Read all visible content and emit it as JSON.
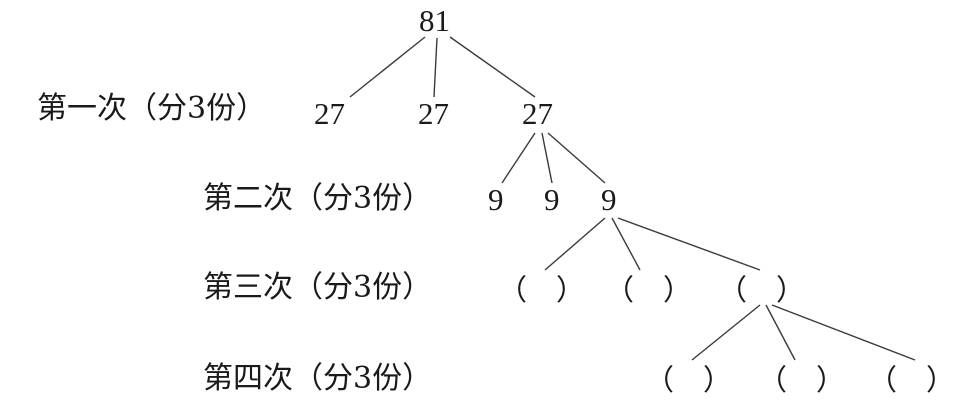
{
  "root": "81",
  "levels": [
    {
      "label": "第一次（分3份）",
      "values": [
        "27",
        "27",
        "27"
      ]
    },
    {
      "label": "第二次（分3份）",
      "values": [
        "9",
        "9",
        "9"
      ]
    },
    {
      "label": "第三次（分3份）",
      "values": [
        "（　）",
        "（　）",
        "（　）"
      ]
    },
    {
      "label": "第四次（分3份）",
      "values": [
        "（　）",
        "（　）",
        "（　）"
      ]
    }
  ],
  "colors": {
    "text": "#1a1a1a",
    "line": "#3a3a3a",
    "background": "#ffffff"
  }
}
